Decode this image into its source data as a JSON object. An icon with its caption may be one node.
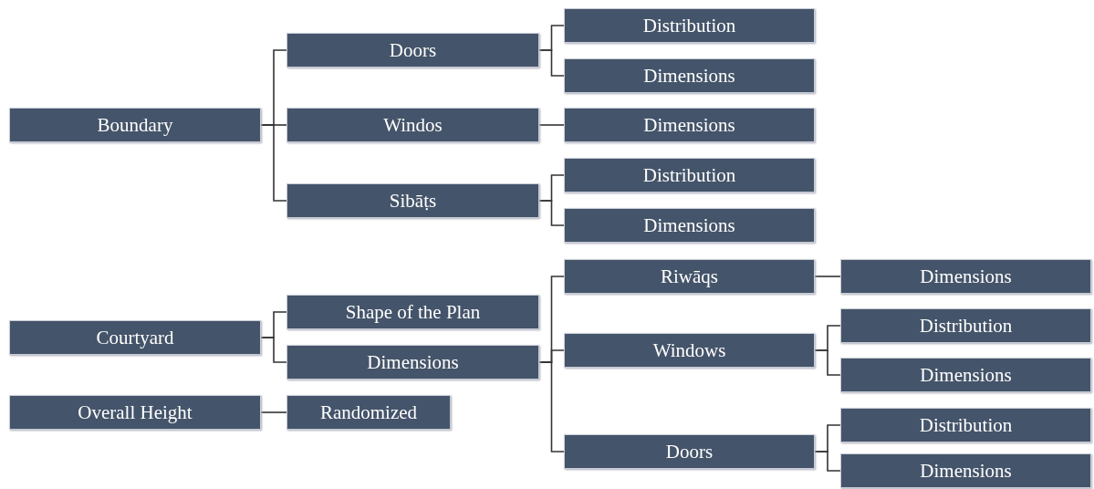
{
  "diagram": {
    "nodes": [
      {
        "text": [
          "Boundary"
        ]
      },
      {
        "text": [
          "Doors"
        ]
      },
      {
        "text": [
          "Distribution"
        ]
      },
      {
        "text": [
          "Dimensions"
        ]
      },
      {
        "text": [
          "Windos"
        ]
      },
      {
        "text": [
          "Dimensions"
        ]
      },
      {
        "text": [
          "Sibāṭs"
        ]
      },
      {
        "text": [
          "Distribution"
        ]
      },
      {
        "text": [
          "Dimensions"
        ]
      },
      {
        "text": [
          "Courtyard"
        ]
      },
      {
        "text": [
          "Shape of the Plan"
        ]
      },
      {
        "text": [
          "Dimensions"
        ]
      },
      {
        "text": [
          "Riwāqs"
        ]
      },
      {
        "text": [
          "Dimensions"
        ]
      },
      {
        "text": [
          "Windows"
        ]
      },
      {
        "text": [
          "Distribution"
        ]
      },
      {
        "text": [
          "Dimensions"
        ]
      },
      {
        "text": [
          "Doors"
        ]
      },
      {
        "text": [
          "Distribution"
        ]
      },
      {
        "text": [
          "Dimensions"
        ]
      },
      {
        "text": [
          "Overall Height"
        ]
      },
      {
        "text": [
          "Randomized"
        ]
      }
    ],
    "edges": [
      {
        "from": 0,
        "to": 1,
        "arrow": "none"
      },
      {
        "from": 0,
        "to": 4,
        "arrow": "none"
      },
      {
        "from": 0,
        "to": 6,
        "arrow": "none"
      },
      {
        "from": 1,
        "to": 2,
        "arrow": "none"
      },
      {
        "from": 1,
        "to": 3,
        "arrow": "none"
      },
      {
        "from": 4,
        "to": 5,
        "arrow": "none"
      },
      {
        "from": 6,
        "to": 7,
        "arrow": "none"
      },
      {
        "from": 6,
        "to": 8,
        "arrow": "none"
      },
      {
        "from": 9,
        "to": 10,
        "arrow": "none"
      },
      {
        "from": 9,
        "to": 11,
        "arrow": "none"
      },
      {
        "from": 11,
        "to": 12,
        "arrow": "none"
      },
      {
        "from": 11,
        "to": 14,
        "arrow": "none"
      },
      {
        "from": 11,
        "to": 17,
        "arrow": "none"
      },
      {
        "from": 12,
        "to": 13,
        "arrow": "none"
      },
      {
        "from": 14,
        "to": 15,
        "arrow": "none"
      },
      {
        "from": 14,
        "to": 16,
        "arrow": "none"
      },
      {
        "from": 17,
        "to": 18,
        "arrow": "none"
      },
      {
        "from": 17,
        "to": 19,
        "arrow": "none"
      },
      {
        "from": 20,
        "to": 21,
        "arrow": "none"
      }
    ]
  }
}
